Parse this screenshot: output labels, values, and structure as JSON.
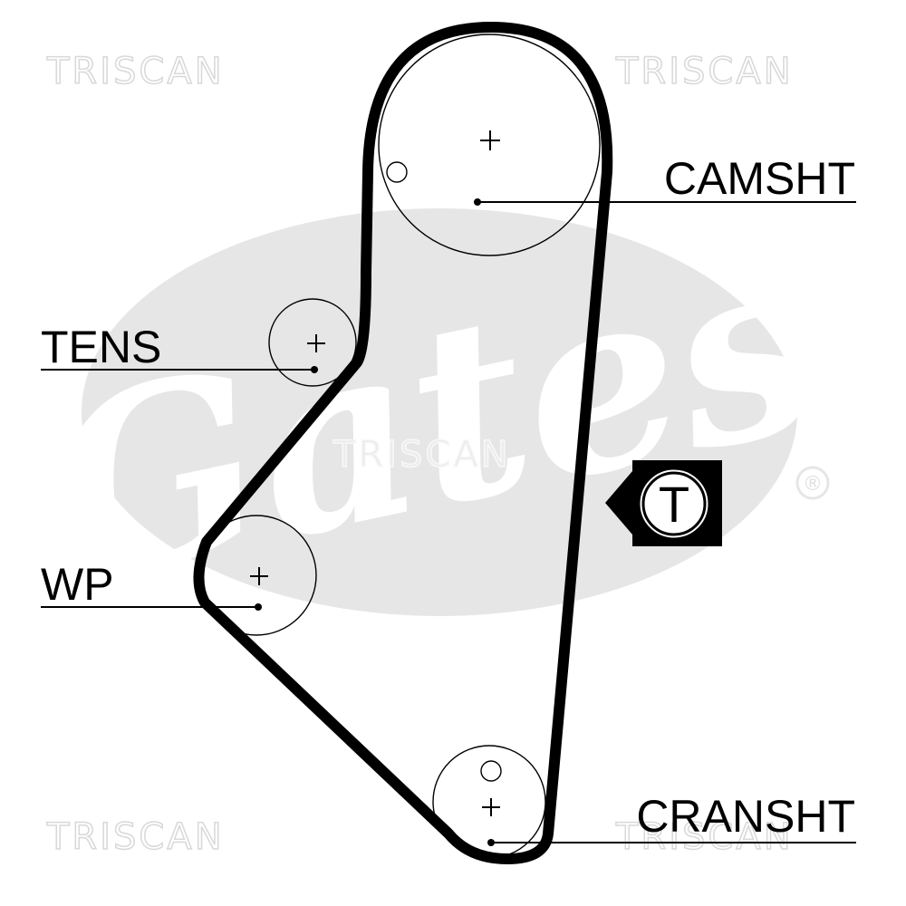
{
  "watermarks": {
    "top_left": "TRISCAN",
    "top_right": "TRISCAN",
    "center": "TRISCAN",
    "bottom_left": "TRISCAN",
    "bottom_right": "TRISCAN",
    "brand_logo": "Gates",
    "registered_mark": "®"
  },
  "labels": {
    "camshaft": "CAMSHT",
    "tensioner": "TENS",
    "water_pump": "WP",
    "crankshaft": "CRANSHT"
  },
  "marker": {
    "letter": "T"
  },
  "colors": {
    "belt": "#000000",
    "logo_grey": "#e6e6e6",
    "watermark_grey": "#e0e0e0",
    "background": "#ffffff"
  }
}
